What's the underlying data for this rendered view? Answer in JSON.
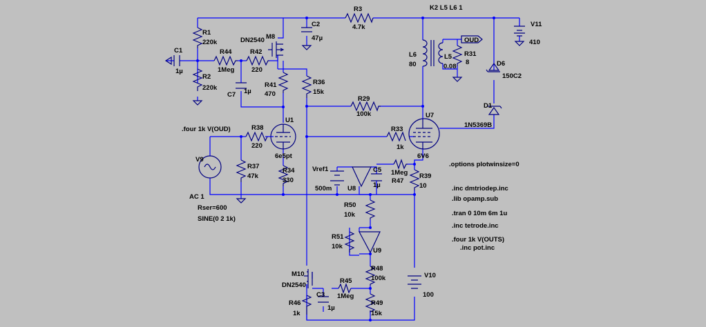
{
  "mutual_inductance": "K2 L5 L6 1",
  "components": {
    "R1": {
      "ref": "R1",
      "value": "220k"
    },
    "R2": {
      "ref": "R2",
      "value": "220k"
    },
    "C1": {
      "ref": "C1",
      "value": "1µ"
    },
    "R44": {
      "ref": "R44",
      "value": "1Meg"
    },
    "R42": {
      "ref": "R42",
      "value": "220"
    },
    "M8": {
      "ref": "M8",
      "model": "DN2540"
    },
    "C2": {
      "ref": "C2",
      "value": "47µ"
    },
    "R3": {
      "ref": "R3",
      "value": "4.7k"
    },
    "C7": {
      "ref": "C7",
      "value": "1µ"
    },
    "R41": {
      "ref": "R41",
      "value": "470"
    },
    "R36": {
      "ref": "R36",
      "value": "15k"
    },
    "R29": {
      "ref": "R29",
      "value": "100k"
    },
    "L6": {
      "ref": "L6",
      "value": "80"
    },
    "L5": {
      "ref": "L5",
      "value": "0.08"
    },
    "R31": {
      "ref": "R31",
      "value": "8"
    },
    "OUD": {
      "label": "OUD"
    },
    "V11": {
      "ref": "V11",
      "value": "410"
    },
    "D6": {
      "ref": "D6",
      "value": "150C2"
    },
    "D1": {
      "ref": "D1",
      "value": "1N5369B"
    },
    "U1": {
      "ref": "U1",
      "model": "6e5pt"
    },
    "R38": {
      "ref": "R38",
      "value": "220"
    },
    "R37": {
      "ref": "R37",
      "value": "47k"
    },
    "R34": {
      "ref": "R34",
      "value": "330"
    },
    "V9": {
      "ref": "V9",
      "ac": "AC 1",
      "rser": "Rser=600",
      "sine": "SINE(0 2 1k)"
    },
    "U7": {
      "ref": "U7",
      "model": "6V6"
    },
    "R33": {
      "ref": "R33",
      "value": "1k"
    },
    "Vref1": {
      "ref": "Vref1",
      "value": "500m"
    },
    "U8": {
      "ref": "U8"
    },
    "C5": {
      "ref": "C5",
      "value": "1µ"
    },
    "R47": {
      "ref": "R47",
      "value": "1Meg"
    },
    "R39": {
      "ref": "R39",
      "value": "10"
    },
    "R50": {
      "ref": "R50",
      "value": "10k"
    },
    "R51": {
      "ref": "R51",
      "value": "10k"
    },
    "U9": {
      "ref": "U9"
    },
    "R48": {
      "ref": "R48",
      "value": "100k"
    },
    "M10": {
      "ref": "M10",
      "model": "DN2540"
    },
    "R45": {
      "ref": "R45",
      "value": "1Meg"
    },
    "C3": {
      "ref": "C3",
      "value": "1µ"
    },
    "R49": {
      "ref": "R49",
      "value": "15k"
    },
    "R46": {
      "ref": "R46",
      "value": "1k"
    },
    "V10": {
      "ref": "V10",
      "value": "100"
    }
  },
  "directives": {
    "four_oud": ".four 1k V(OUD)",
    "options": ".options plotwinsize=0",
    "inc_dmtriode": ".inc dmtriodep.inc",
    "lib_opamp": ".lib opamp.sub",
    "tran": ".tran 0 10m 6m 1u",
    "inc_tetrode": ".inc tetrode.inc",
    "four_outs": ".four 1k V(OUTS)",
    "inc_pot": ".inc pot.inc"
  }
}
